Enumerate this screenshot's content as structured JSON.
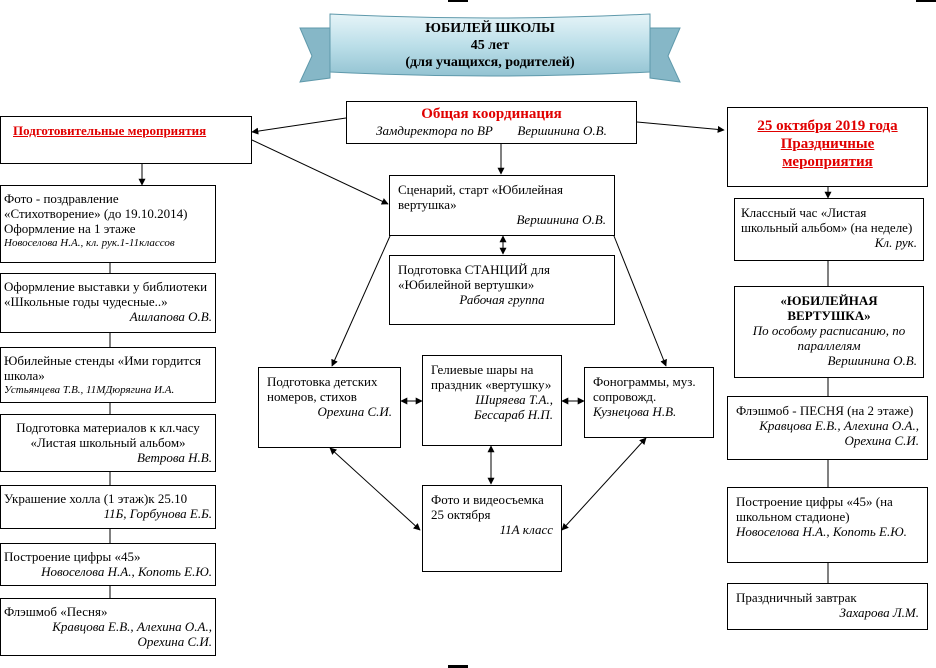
{
  "banner": {
    "title": "ЮБИЛЕЙ ШКОЛЫ",
    "years": "45 лет",
    "audience": "(для учащихся, родителей)"
  },
  "colors": {
    "heading_red": "#e00000",
    "banner_fill": "#bcdfe9",
    "banner_dark": "#86b7c7"
  },
  "general": {
    "title": "Общая координация",
    "role": "Замдиректора по ВР",
    "person": "Вершинина О.В."
  },
  "prep_heading": "Подготовительные мероприятия",
  "date_heading": {
    "date": "25 октября 2019 года",
    "title": "Праздничные мероприятия"
  },
  "scenario": {
    "text": "Сценарий, старт «Юбилейная вертушка»",
    "person": "Вершинина О.В."
  },
  "stations": {
    "text": "Подготовка СТАНЦИЙ для «Юбилейной вертушки»",
    "group": "Рабочая группа"
  },
  "numbers": {
    "text": "Подготовка детских номеров, стихов",
    "person": "Орехина С.И."
  },
  "balloons": {
    "text": "Гелиевые шары на праздник «вертушку»",
    "person1": "Ширяева Т.А.,",
    "person2": "Бессараб Н.П."
  },
  "phonograms": {
    "text": "Фонограммы, муз. сопровожд.",
    "person": "Кузнецова Н.В."
  },
  "photo": {
    "text": "Фото и видеосъемка 25 октября",
    "group": "11А класс"
  },
  "left": [
    {
      "text": "Фото - поздравление «Стихотворение» (до 19.10.2014) Оформление на 1 этаже",
      "person": "Новоселова Н.А., кл. рук.1-11классов"
    },
    {
      "text": "Оформление выставки у библиотеки «Школьные годы чудесные..»",
      "person": "Ашлапова О.В."
    },
    {
      "text": "Юбилейные стенды «Ими гордится школа»",
      "person": "Устьянцева Т.В., 11МДюрягина И.А."
    },
    {
      "text": "Подготовка материалов к кл.часу «Листая школьный альбом»",
      "person": "Ветрова Н.В."
    },
    {
      "text": "Украшение холла  (1 этаж)к 25.10",
      "person": "11Б, Горбунова Е.Б."
    },
    {
      "text": "Построение цифры «45»",
      "person": "Новоселова Н.А., Копоть Е.Ю."
    },
    {
      "text": "Флэшмоб «Песня»",
      "person": "Кравцова Е.В., Алехина О.А., Орехина С.И."
    }
  ],
  "right": {
    "class_hour": {
      "text": "Классный час «Листая школьный альбом» (на неделе)",
      "person": "Кл. рук."
    },
    "vertushka": {
      "title": "«ЮБИЛЕЙНАЯ ВЕРТУШКА»",
      "schedule": "По особому расписанию, по параллелям",
      "person": "Вершинина О.В."
    },
    "flashmob": {
      "text": "Флэшмоб - ПЕСНЯ (на 2 этаже)",
      "person": "Кравцова Е.В., Алехина О.А., Орехина С.И."
    },
    "digits": {
      "text": "Построение цифры «45» (на школьном стадионе)",
      "person": "Новоселова Н.А., Копоть Е.Ю."
    },
    "breakfast": {
      "text": "Праздничный завтрак",
      "person": "Захарова Л.М."
    }
  }
}
